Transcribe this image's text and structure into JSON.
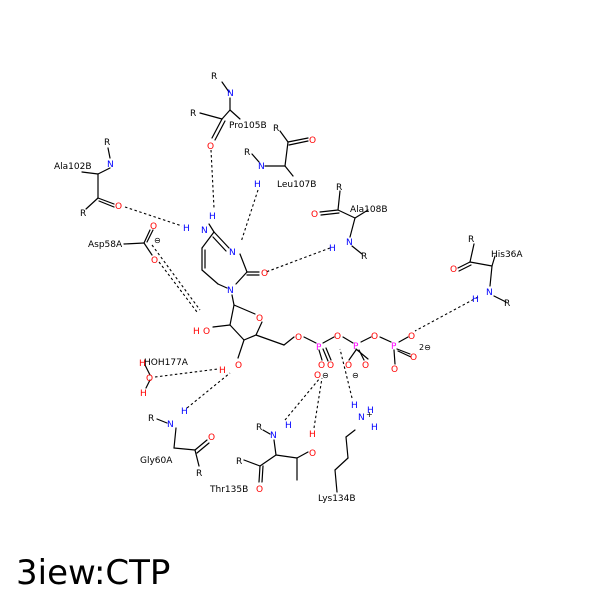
{
  "title": "3iew:CTP",
  "colors": {
    "oxygen": "#ff0000",
    "nitrogen": "#0000ff",
    "phosphorus": "#ff00ff",
    "carbon": "#000000",
    "hbond": "#000000"
  },
  "residues": {
    "pro105b": "Pro105B",
    "leu107b": "Leu107B",
    "ala102b": "Ala102B",
    "ala108b": "Ala108B",
    "asp58a": "Asp58A",
    "his36a": "His36A",
    "hoh177a": "HOH177A",
    "gly60a": "Gly60A",
    "thr135b": "Thr135B",
    "lys134b": "Lys134B"
  },
  "atoms": {
    "R": "R",
    "N": "N",
    "O": "O",
    "H": "H",
    "P": "P",
    "Nplus": "N",
    "charge_minus": "⊖",
    "charge_plus": "+",
    "charge_2minus": "2⊖"
  }
}
